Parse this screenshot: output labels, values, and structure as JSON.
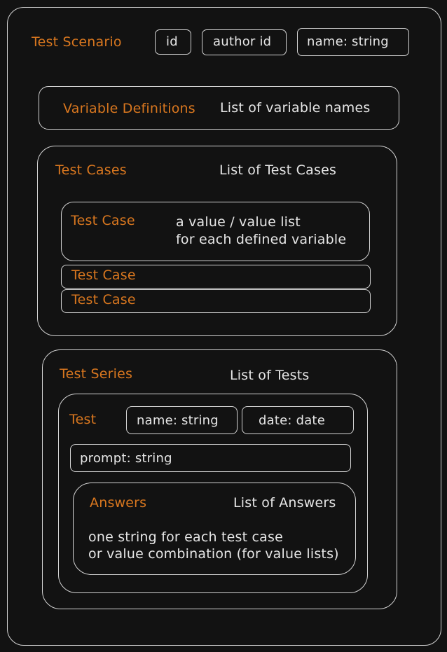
{
  "scenario": {
    "title": "Test Scenario",
    "fields": [
      "id",
      "author id",
      "name: string"
    ]
  },
  "variable_definitions": {
    "title": "Variable Definitions",
    "description": "List of variable names"
  },
  "test_cases": {
    "title": "Test Cases",
    "description": "List of Test Cases",
    "items": [
      {
        "title": "Test Case",
        "description_line1": "a value / value list",
        "description_line2": "for each defined variable"
      },
      {
        "title": "Test Case"
      },
      {
        "title": "Test Case"
      }
    ]
  },
  "test_series": {
    "title": "Test Series",
    "description": "List of Tests",
    "test": {
      "title": "Test",
      "fields": [
        "name: string",
        "date: date"
      ],
      "prompt": "prompt: string",
      "answers": {
        "title": "Answers",
        "description": "List of Answers",
        "note_line1": "one string for each test case",
        "note_line2": "or value combination (for value lists)"
      }
    }
  },
  "colors": {
    "background": "#121212",
    "accent": "#d9771f",
    "text": "#e6e6e6",
    "stroke": "#d4d4d4"
  }
}
